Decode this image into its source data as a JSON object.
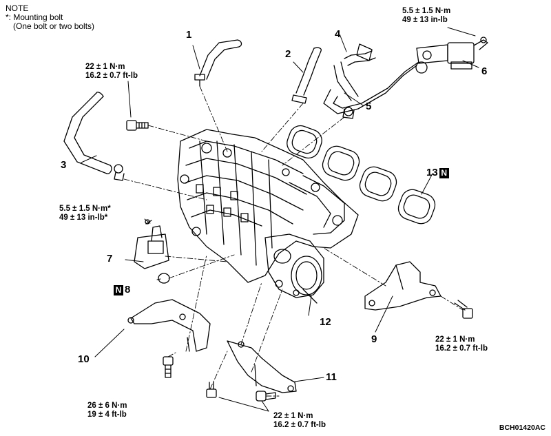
{
  "note": {
    "title": "NOTE",
    "line1": "*: Mounting bolt",
    "line2": "(One bolt or two bolts)"
  },
  "callouts": {
    "c1": "1",
    "c2": "2",
    "c3": "3",
    "c4": "4",
    "c5": "5",
    "c6": "6",
    "c7": "7",
    "c8": "8",
    "c9": "9",
    "c10": "10",
    "c11": "11",
    "c12": "12",
    "c13": "13"
  },
  "badge": "N",
  "torques": {
    "t_top_right": {
      "nm": "5.5 ± 1.5 N·m",
      "imp": "49 ± 13 in-lb"
    },
    "t_upper_left": {
      "nm": "22 ± 1 N·m",
      "imp": "16.2 ± 0.7 ft-lb"
    },
    "t_mid_left": {
      "nm": "5.5 ± 1.5 N·m*",
      "imp": "49 ± 13 in-lb*"
    },
    "t_right": {
      "nm": "22 ± 1 N·m",
      "imp": "16.2 ± 0.7 ft-lb"
    },
    "t_bottom_left": {
      "nm": "26 ± 6 N·m",
      "imp": "19 ± 4 ft-lb"
    },
    "t_bottom_mid": {
      "nm": "22 ± 1 N·m",
      "imp": "16.2 ± 0.7 ft-lb"
    }
  },
  "reference_code": "BCH01420AC"
}
